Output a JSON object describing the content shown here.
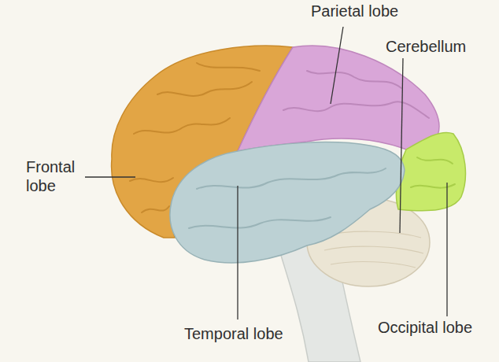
{
  "diagram": {
    "labels": [
      "Parietal lobe",
      "Cerebellum",
      "Frontal lobe",
      "Temporal lobe",
      "Occipital lobe"
    ]
  }
}
